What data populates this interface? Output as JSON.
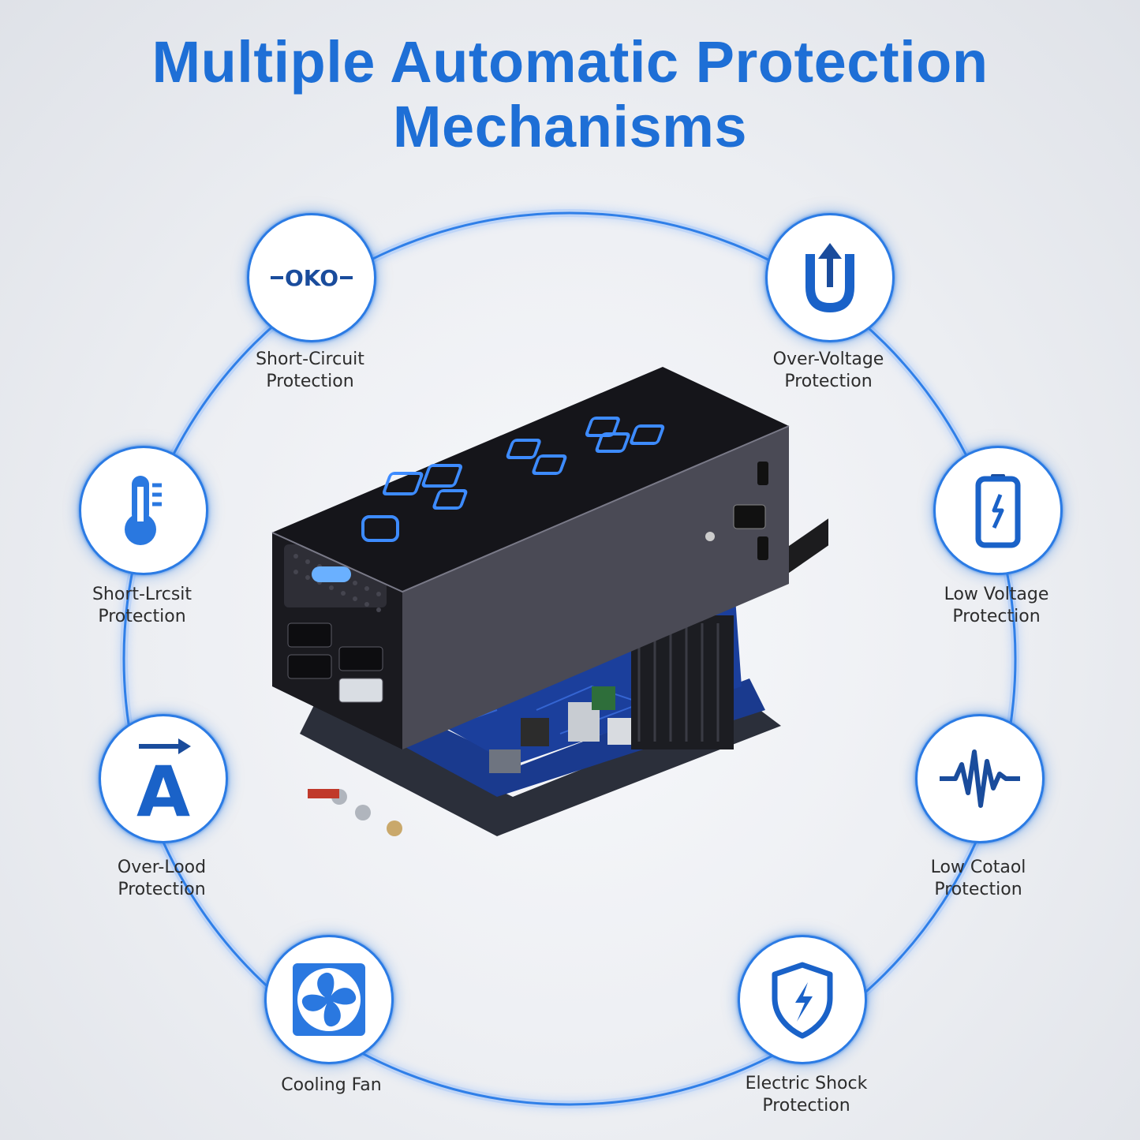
{
  "title": {
    "line1": "Multiple Automatic Protection",
    "line2": "Mechanisms"
  },
  "colors": {
    "accent": "#1e6fd6",
    "ring": "#2b7be4",
    "device_body": "#4a4a55",
    "led": "#3d8bff"
  },
  "features": [
    {
      "icon": "oko-icon",
      "text": "-OKO-",
      "line1": "Short-Circuit",
      "line2": "Protection"
    },
    {
      "icon": "upload-arrow-icon",
      "line1": "Over-Voltage",
      "line2": "Protection"
    },
    {
      "icon": "thermometer-icon",
      "line1": "Short-Lrcsit",
      "line2": "Protection"
    },
    {
      "icon": "battery-icon",
      "line1": "Low Voltage",
      "line2": "Protection"
    },
    {
      "icon": "ampere-icon",
      "line1": "Over-Lood",
      "line2": "Protection"
    },
    {
      "icon": "waveform-icon",
      "line1": "Low Cotaol",
      "line2": "Protection"
    },
    {
      "icon": "fan-icon",
      "line1": "Cooling Fan",
      "line2": ""
    },
    {
      "icon": "shield-bolt-icon",
      "line1": "Electric Shock",
      "line2": "Protection"
    }
  ]
}
